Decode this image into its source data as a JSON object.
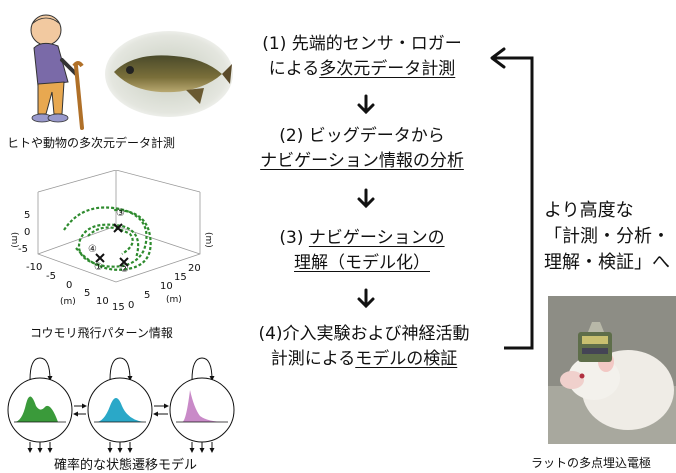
{
  "steps": [
    {
      "line1": "(1) 先端的センサ・ロガー",
      "line2_prefix": "による",
      "line2_u": "多次元データ計測",
      "line2_suffix": ""
    },
    {
      "line1": "(2) ビッグデータから",
      "line2_prefix": "",
      "line2_u": "ナビゲーション情報の分析",
      "line2_suffix": ""
    },
    {
      "line1_prefix": "(3) ",
      "line1_u": "ナビゲーションの",
      "line2_prefix": "",
      "line2_u": "理解（モデル化）",
      "line2_suffix": ""
    },
    {
      "line1": "(4)介入実験および神経活動",
      "line2_prefix": "計測による",
      "line2_u": "モデルの検証",
      "line2_suffix": ""
    }
  ],
  "feedback": {
    "line1": "より高度な",
    "line2": "「計測・分析・",
    "line3": "理解・検証」へ"
  },
  "captions": {
    "human_animal": "ヒトや動物の多次元データ計測",
    "bat": "コウモリ飛行パターン情報",
    "model": "確率的な状態遷移モデル",
    "rat": "ラットの多点埋込電極"
  },
  "plot3d": {
    "z_ticks": [
      "5",
      "0",
      "-5"
    ],
    "z_unit": "(m)",
    "z_unit_right": "(m)",
    "x_ticks": [
      "-10",
      "-5",
      "0",
      "5",
      "10",
      "15"
    ],
    "x_unit": "(m)",
    "y_ticks": [
      "0",
      "5",
      "10",
      "15",
      "20"
    ],
    "y_unit": "(m)",
    "markers": [
      "①",
      "②",
      "③",
      "④"
    ]
  },
  "colors": {
    "trajectory": "#2e8b2e",
    "state1": "#3a9a3a",
    "state2": "#2aa8c8",
    "state3": "#c98ac8"
  }
}
